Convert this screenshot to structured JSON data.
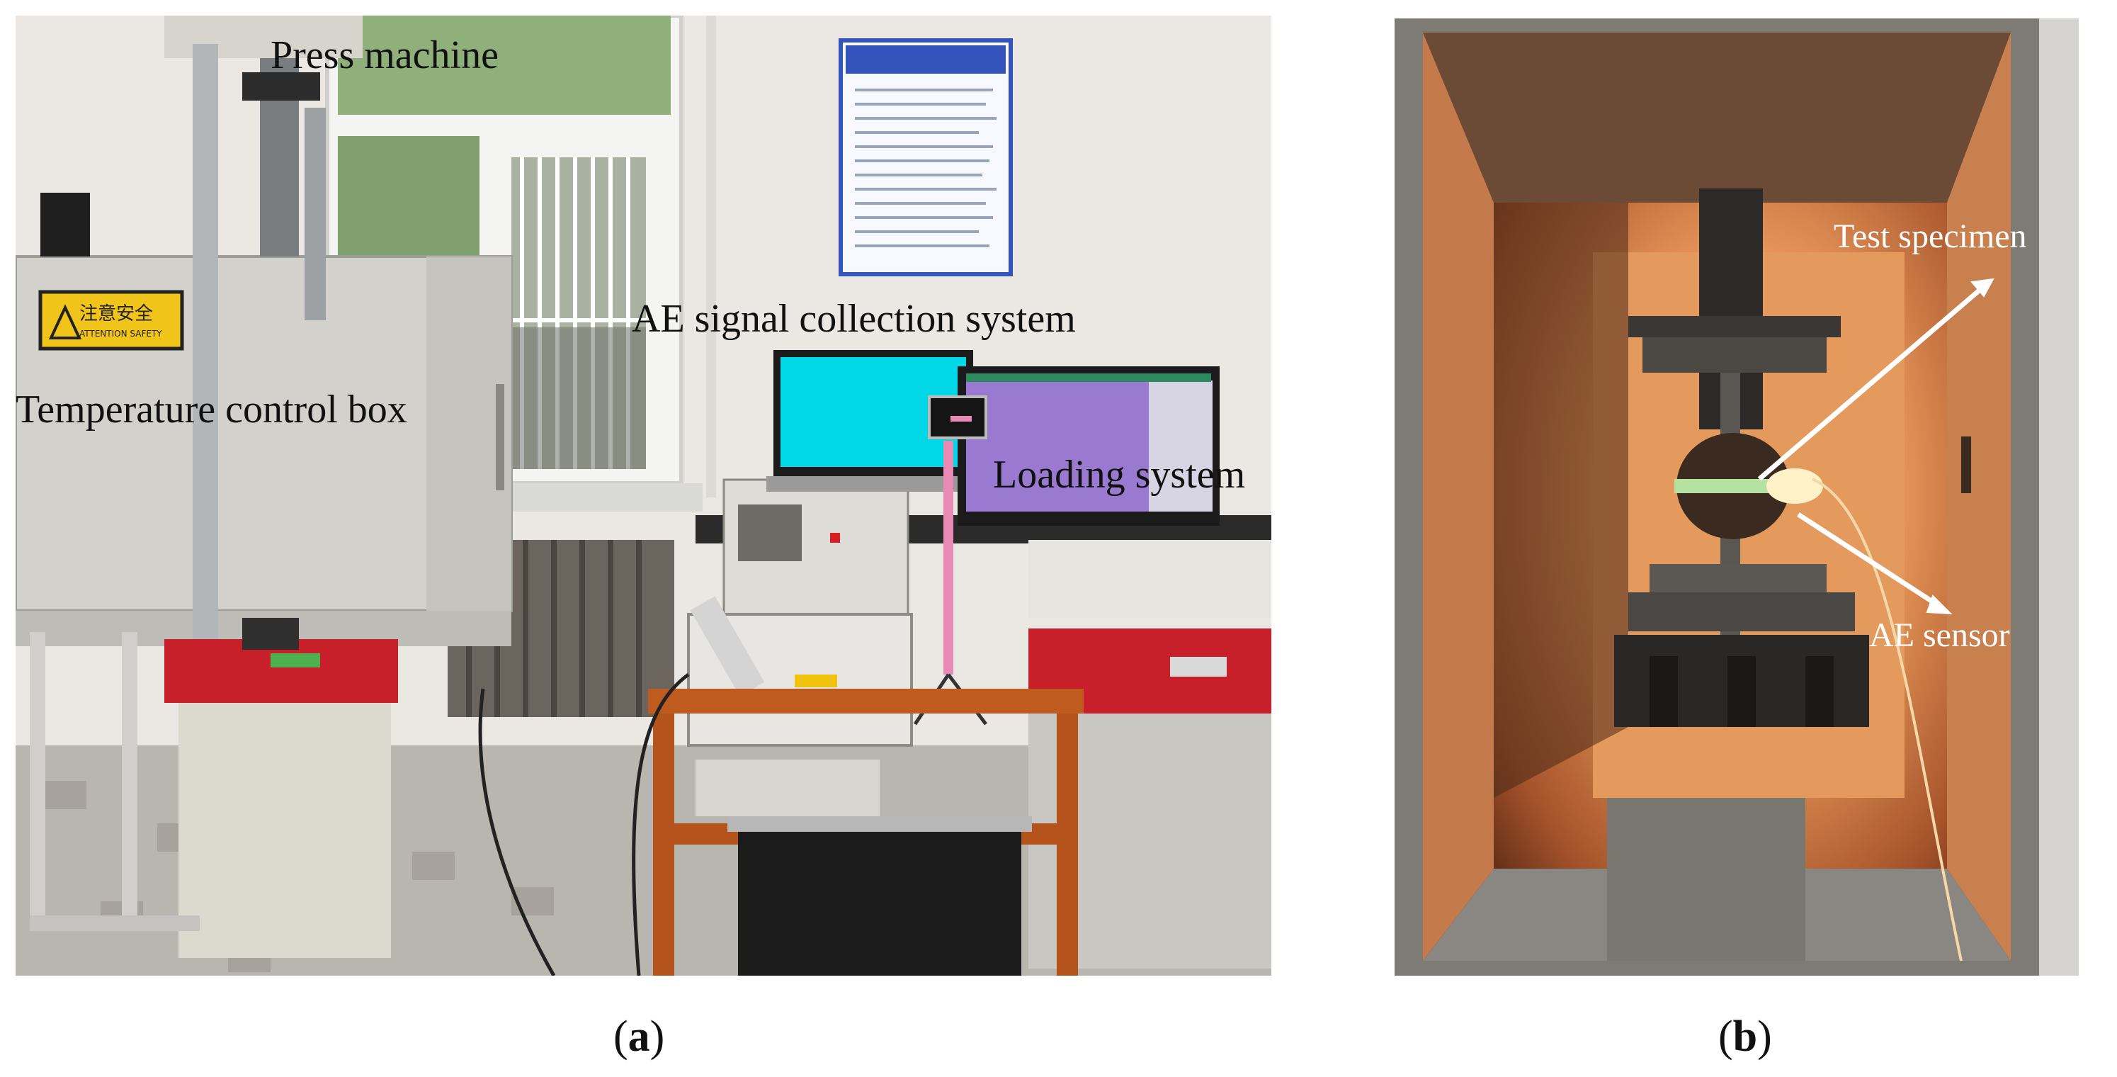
{
  "panel_a": {
    "labels": {
      "press_machine": "Press machine",
      "ae_system": "AE signal collection system",
      "temperature_box": "Temperature control box",
      "loading_system": "Loading system"
    },
    "warning_sign": {
      "main": "注意安全",
      "sub": "ATTENTION SAFETY"
    },
    "caption": {
      "letter": "a"
    }
  },
  "panel_b": {
    "labels": {
      "test_specimen": "Test specimen",
      "ae_sensor": "AE sensor"
    },
    "caption": {
      "letter": "b"
    }
  },
  "colors": {
    "wall": "#e9e6e1",
    "machine_red": "#c8202a",
    "furnace_glow": "#f0a060",
    "screen_cyan": "#00d8e8",
    "screen_purple": "#9a7ad0"
  }
}
